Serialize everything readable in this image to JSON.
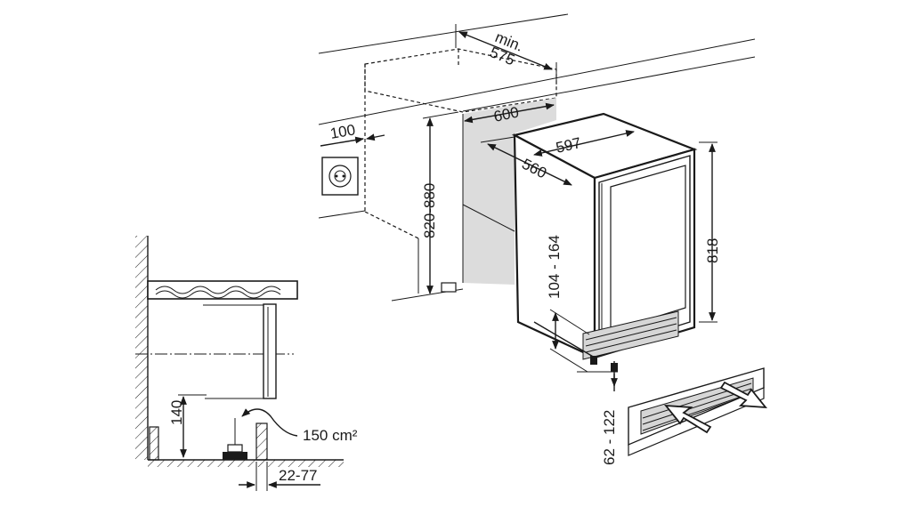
{
  "labels": {
    "min": "min.",
    "depth_575": "575",
    "width_600": "600",
    "offset_100": "100",
    "height_820_880": "820-880",
    "width_597": "597",
    "depth_560": "560",
    "height_818": "818",
    "plinth_104_164": "104 - 164",
    "foot_62_122": "62 - 122",
    "vent_140": "140",
    "vent_area": "150 cm²",
    "gap_22_77": "22-77"
  },
  "colors": {
    "line": "#1a1a1a",
    "niche_fill": "#dcdcdc",
    "grille_fill": "#d6d6d6"
  }
}
